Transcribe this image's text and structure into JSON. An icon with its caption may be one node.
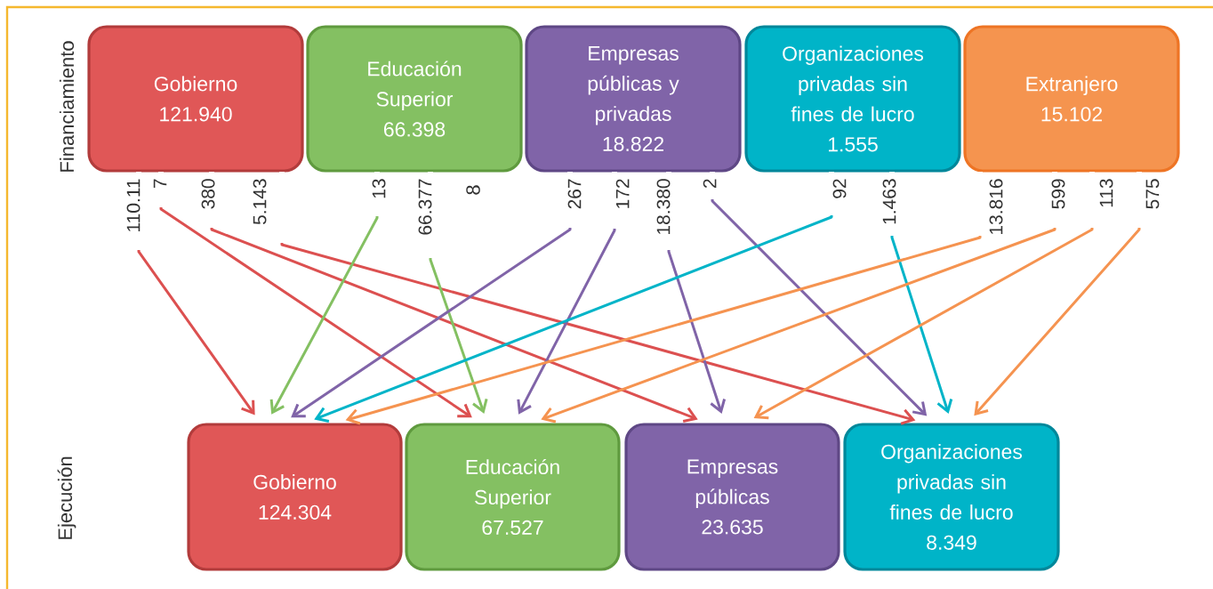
{
  "diagram": {
    "nodes": [
      {
        "text": [
          "Gobierno",
          "121.940"
        ]
      },
      {
        "text": [
          "Educación Superior",
          "66.398"
        ]
      },
      {
        "text": [
          "Empresas públicas y privadas",
          "18.822"
        ]
      },
      {
        "text": [
          "Organizaciones privadas sin fines de lucro",
          "1.555"
        ]
      },
      {
        "text": [
          "Extranjero",
          "15.102"
        ]
      },
      {
        "text": [
          "Gobierno",
          "124.304"
        ]
      },
      {
        "text": [
          "Educación Superior",
          "67.527"
        ]
      },
      {
        "text": [
          "Empresas públicas",
          "23.635"
        ]
      },
      {
        "text": [
          "Organizaciones privadas sin fines de lucro",
          "8.349"
        ]
      }
    ],
    "edges": [
      {
        "from": 0,
        "to": 5,
        "label": "110.11",
        "arrow": "to",
        "color": "#dc5050"
      },
      {
        "from": 0,
        "to": 6,
        "label": "7",
        "arrow": "to",
        "color": "#dc5050"
      },
      {
        "from": 0,
        "to": 7,
        "label": "380",
        "arrow": "to",
        "color": "#dc5050"
      },
      {
        "from": 0,
        "to": 8,
        "label": "5.143",
        "arrow": "to",
        "color": "#dc5050"
      },
      {
        "from": 1,
        "to": 5,
        "label": "13",
        "arrow": "to",
        "color": "#84c062"
      },
      {
        "from": 1,
        "to": 6,
        "label": "66.377",
        "arrow": "to",
        "color": "#84c062"
      },
      {
        "from": 2,
        "to": 5,
        "label": "267",
        "arrow": "to",
        "color": "#8064a8"
      },
      {
        "from": 2,
        "to": 6,
        "label": "172",
        "arrow": "to",
        "color": "#8064a8"
      },
      {
        "from": 2,
        "to": 7,
        "label": "18.380",
        "arrow": "to",
        "color": "#8064a8"
      },
      {
        "from": 2,
        "to": 8,
        "label": "2",
        "arrow": "to",
        "color": "#8064a8"
      },
      {
        "from": 3,
        "to": 5,
        "label": "92",
        "arrow": "to",
        "color": "#00b4c8"
      },
      {
        "from": 3,
        "to": 8,
        "label": "1.463",
        "arrow": "to",
        "color": "#00b4c8"
      },
      {
        "from": 4,
        "to": 5,
        "label": "13.816",
        "arrow": "to",
        "color": "#f59350"
      },
      {
        "from": 4,
        "to": 6,
        "label": "599",
        "arrow": "to",
        "color": "#f59350"
      },
      {
        "from": 4,
        "to": 7,
        "label": "113",
        "arrow": "to",
        "color": "#f59350"
      },
      {
        "from": 4,
        "to": 8,
        "label": "575",
        "arrow": "to",
        "color": "#f59350"
      }
    ],
    "labels": [
      "Financiamiento",
      "8",
      "Ejecución"
    ]
  }
}
